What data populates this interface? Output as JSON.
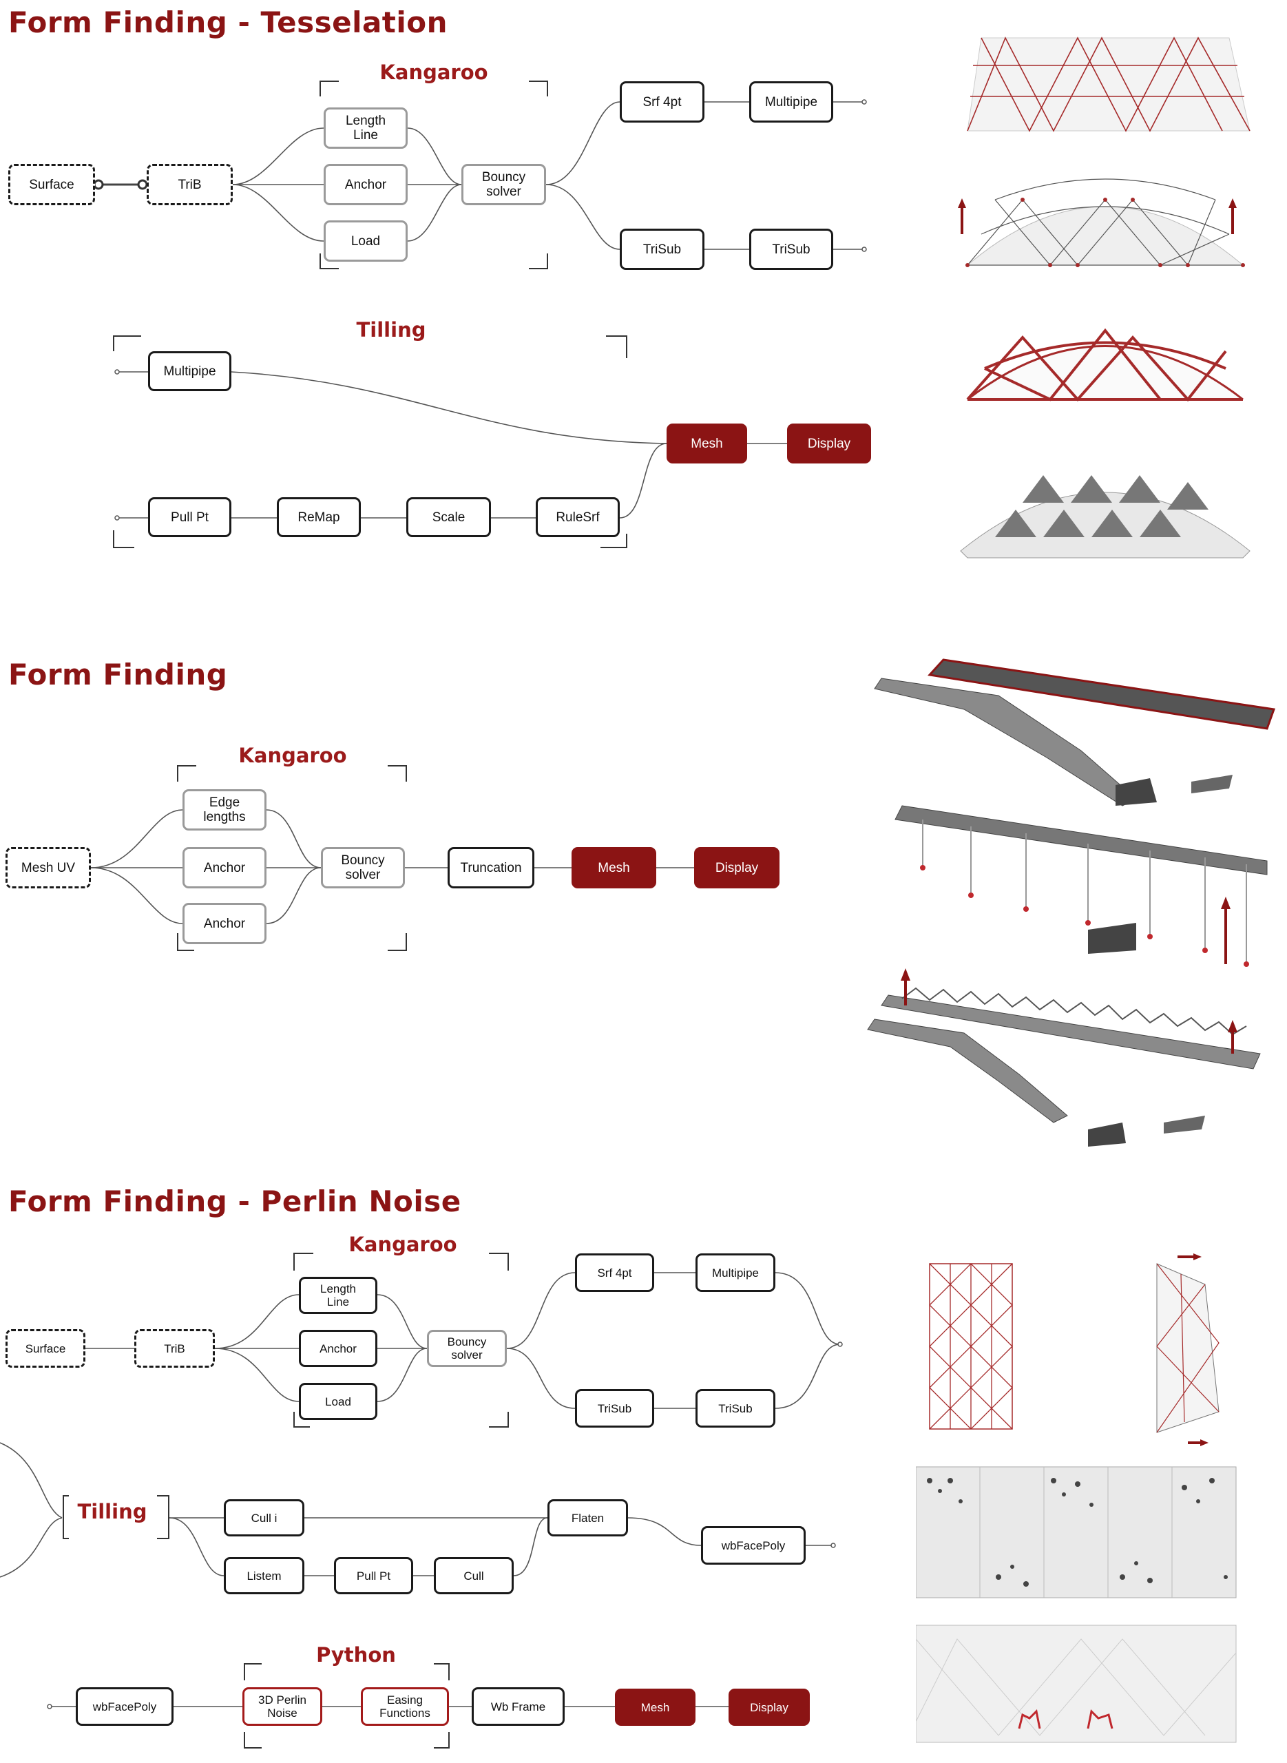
{
  "sections": {
    "tesselation": {
      "title": "Form Finding - Tesselation",
      "kangaroo_label": "Kangaroo",
      "tilling_label": "Tilling",
      "nodes": {
        "surface": "Surface",
        "trib": "TriB",
        "length_line": "Length\nLine",
        "anchor": "Anchor",
        "load": "Load",
        "bouncy_solver": "Bouncy\nsolver",
        "srf4pt": "Srf 4pt",
        "multipipe_top": "Multipipe",
        "trisub1": "TriSub",
        "trisub2": "TriSub",
        "multipipe": "Multipipe",
        "mesh": "Mesh",
        "display": "Display",
        "pull_pt": "Pull Pt",
        "remap": "ReMap",
        "scale": "Scale",
        "rulesrf": "RuleSrf"
      }
    },
    "form_finding": {
      "title": "Form Finding",
      "kangaroo_label": "Kangaroo",
      "nodes": {
        "mesh_uv": "Mesh UV",
        "edge_lengths": "Edge\nlengths",
        "anchor1": "Anchor",
        "anchor2": "Anchor",
        "bouncy_solver": "Bouncy\nsolver",
        "truncation": "Truncation",
        "mesh": "Mesh",
        "display": "Display"
      }
    },
    "perlin": {
      "title": "Form Finding - Perlin Noise",
      "kangaroo_label": "Kangaroo",
      "tilling_label": "Tilling",
      "python_label": "Python",
      "nodes": {
        "surface": "Surface",
        "trib": "TriB",
        "length_line": "Length\nLine",
        "anchor": "Anchor",
        "load": "Load",
        "bouncy_solver": "Bouncy\nsolver",
        "srf4pt": "Srf 4pt",
        "multipipe": "Multipipe",
        "trisub1": "TriSub",
        "trisub2": "TriSub",
        "cull_i": "Cull i",
        "flaten": "Flaten",
        "wbfacepoly": "wbFacePoly",
        "listem": "Listem",
        "pull_pt": "Pull Pt",
        "cull": "Cull",
        "wbfacepoly2": "wbFacePoly",
        "perlin_noise": "3D Perlin\nNoise",
        "easing": "Easing\nFunctions",
        "wb_frame": "Wb Frame",
        "mesh": "Mesh",
        "display": "Display"
      }
    }
  },
  "colors": {
    "accent": "#8b1414",
    "node_border": "#1a1a1a",
    "node_grey": "#9a9a9a"
  }
}
